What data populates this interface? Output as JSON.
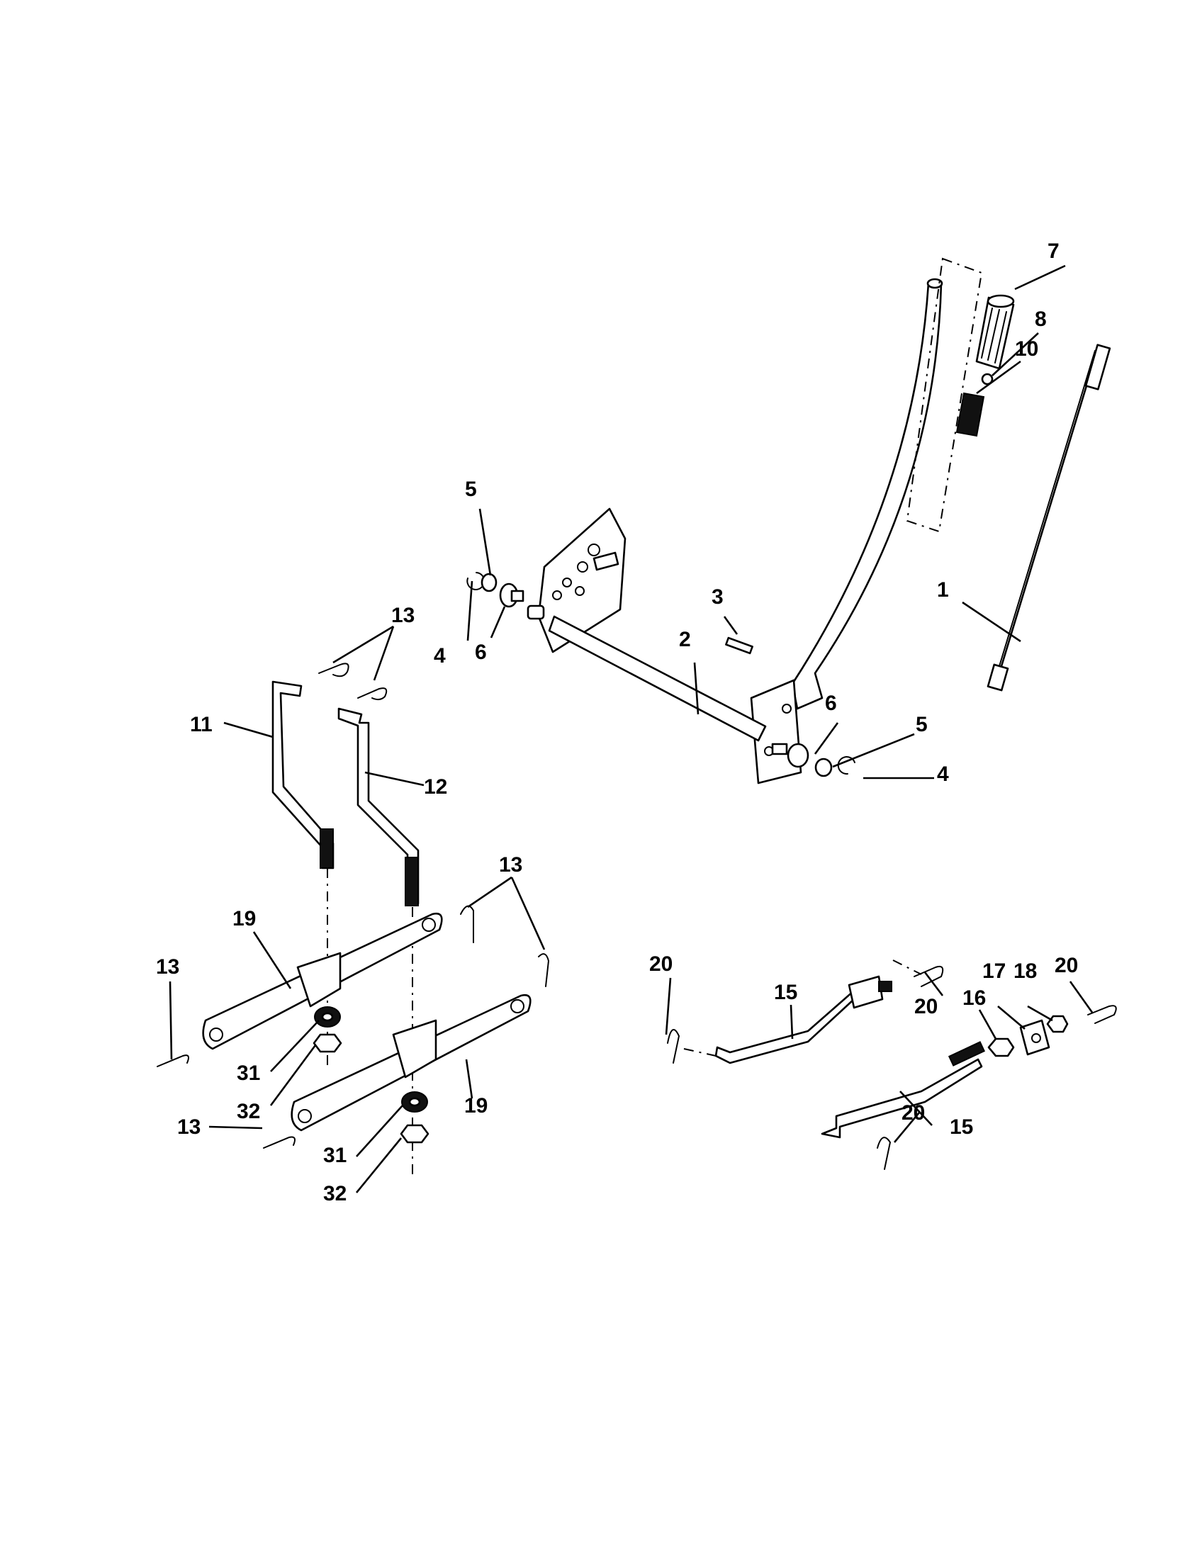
{
  "callouts": {
    "c1": "1",
    "c2": "2",
    "c3": "3",
    "c4a": "4",
    "c4b": "4",
    "c5a": "5",
    "c5b": "5",
    "c6a": "6",
    "c6b": "6",
    "c7": "7",
    "c8": "8",
    "c10": "10",
    "c11": "11",
    "c12": "12",
    "c13a": "13",
    "c13b": "13",
    "c13c": "13",
    "c13d": "13",
    "c15a": "15",
    "c15b": "15",
    "c16": "16",
    "c17": "17",
    "c18": "18",
    "c19a": "19",
    "c19b": "19",
    "c20a": "20",
    "c20b": "20",
    "c20c": "20",
    "c20d": "20",
    "c31a": "31",
    "c31b": "31",
    "c32a": "32",
    "c32b": "32"
  }
}
